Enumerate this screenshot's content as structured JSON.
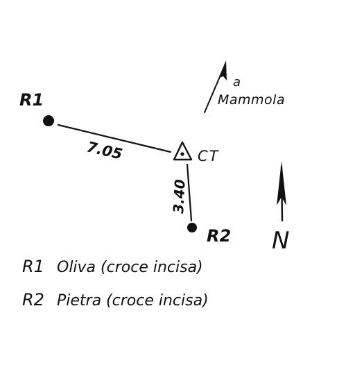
{
  "points": {
    "r1_label": "R1",
    "r2_label": "R2",
    "ct_label": "CT"
  },
  "distances": {
    "r1_ct": "7.05",
    "ct_r2": "3.40"
  },
  "direction": {
    "line1": "a",
    "line2": "Mammola"
  },
  "north": {
    "label": "N"
  },
  "legend": {
    "r1_key": "R1",
    "r1_text": "Oliva (croce incisa)",
    "r2_key": "R2",
    "r2_text": "Pietra (croce incisa)"
  }
}
